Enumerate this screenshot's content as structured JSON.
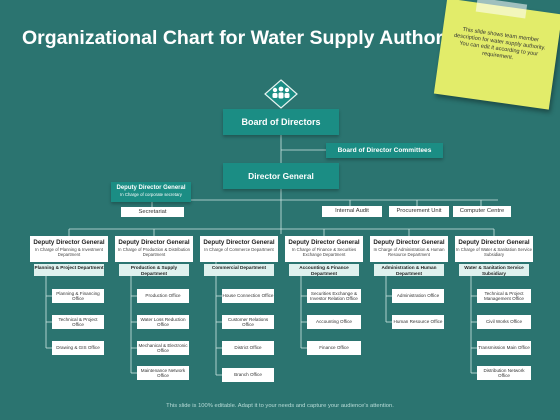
{
  "title": "Organizational Chart for Water Supply Authority",
  "note": "This slide shows team member description for water supply authority. You can edit it according to your requirement.",
  "footer": "This slide is 100% editable. Adapt it to your needs and capture your audience's attention.",
  "board": "Board of Directors",
  "committees": "Board of Director Committees",
  "director_general": "Director General",
  "ddg_small": {
    "title": "Deputy Director General",
    "sub": "In Charge of corporate secretary"
  },
  "staff": [
    "Secretariat",
    "Internal Audit",
    "Procurement Unit",
    "Computer Centre"
  ],
  "columns": [
    {
      "title": "Deputy Director General",
      "sub": "In Charge of Planning & Investment Department",
      "dept": "Planning & Project Department",
      "offices": [
        "Planning & Financing Office",
        "Technical & Project Office",
        "Drawing & GIS Office"
      ]
    },
    {
      "title": "Deputy Director General",
      "sub": "In Charge of Production & Distribution Department",
      "dept": "Production & Supply Department",
      "offices": [
        "Production Office",
        "Water Loss Reduction Office",
        "Mechanical & Electronic Office",
        "Maintenance Network Office"
      ]
    },
    {
      "title": "Deputy Director General",
      "sub": "In Charge of Commerce Department",
      "dept": "Commercial Department",
      "offices": [
        "House Connection Office",
        "Customer Relations Office",
        "District Office",
        "Branch Office"
      ]
    },
    {
      "title": "Deputy Director General",
      "sub": "In Charge of Finance & Securities Exchange Department",
      "dept": "Accounting & Finance Department",
      "offices": [
        "Securities Exchange & Investor Relation Office",
        "Accounting Office",
        "Finance Office"
      ]
    },
    {
      "title": "Deputy Director General",
      "sub": "In Charge of Administration & Human Resource Department",
      "dept": "Administration & Human Department",
      "offices": [
        "Administration Office",
        "Human Resource Office"
      ]
    },
    {
      "title": "Deputy Director General",
      "sub": "In Charge of Water & Sanitation Service Subsidiary",
      "dept": "Water & Sanitation Service Subsidiary",
      "offices": [
        "Technical & Project Management Office",
        "Civil Works Office",
        "Transmission Main Office",
        "Distribution Network Office"
      ]
    }
  ]
}
